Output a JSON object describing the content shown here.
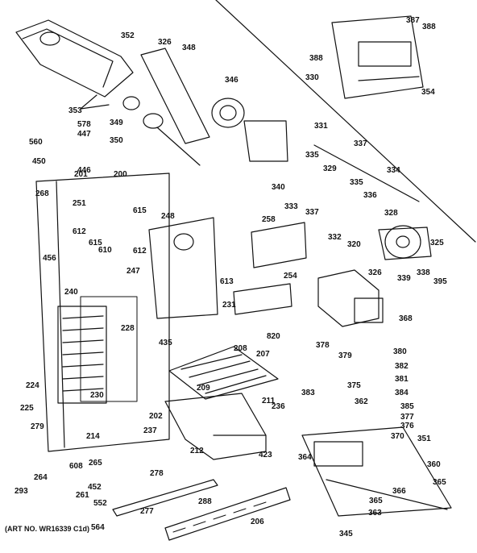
{
  "caption": "(ART NO. WR16339 C1d)",
  "colors": {
    "ink": "#111111",
    "paper": "#ffffff"
  },
  "parts": [
    "352",
    "326",
    "348",
    "353",
    "349",
    "350",
    "346",
    "578",
    "447",
    "560",
    "450",
    "446",
    "201",
    "200",
    "268",
    "251",
    "612",
    "615",
    "610",
    "615",
    "612",
    "248",
    "456",
    "247",
    "613",
    "240",
    "228",
    "231",
    "435",
    "224",
    "225",
    "279",
    "230",
    "214",
    "202",
    "265",
    "264",
    "293",
    "608",
    "452",
    "261",
    "552",
    "564",
    "277",
    "278",
    "288",
    "206",
    "208",
    "207",
    "209",
    "211",
    "236",
    "237",
    "212",
    "423",
    "388",
    "387",
    "388",
    "354",
    "330",
    "331",
    "337",
    "335",
    "329",
    "334",
    "340",
    "333",
    "337",
    "335",
    "336",
    "332",
    "320",
    "328",
    "325",
    "326",
    "339",
    "338",
    "395",
    "258",
    "254",
    "820",
    "368",
    "378",
    "379",
    "380",
    "382",
    "381",
    "384",
    "385",
    "377",
    "376",
    "383",
    "375",
    "362",
    "351",
    "370",
    "364",
    "360",
    "365",
    "366",
    "365",
    "363",
    "345"
  ]
}
